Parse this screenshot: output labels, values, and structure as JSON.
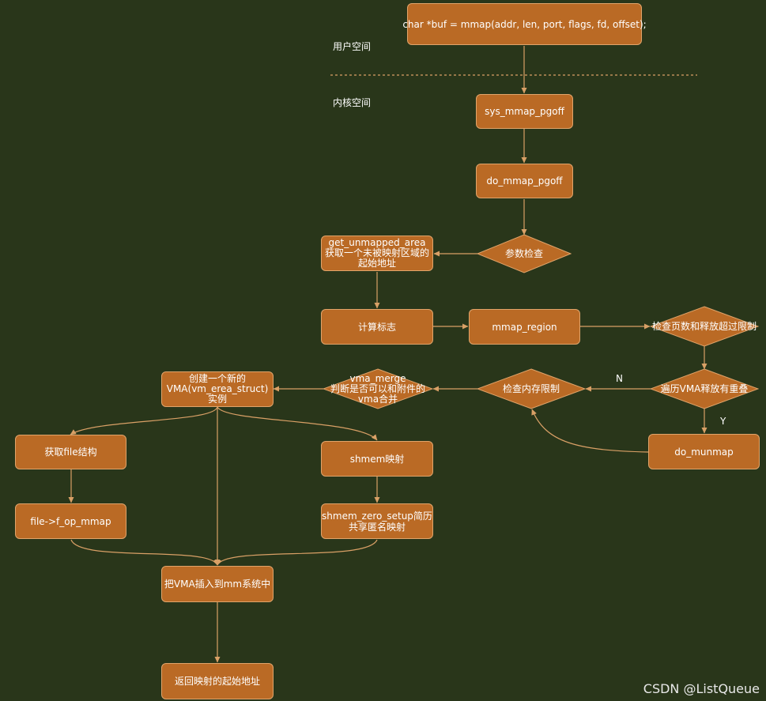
{
  "space_labels": {
    "user": "用户空间",
    "kernel": "内核空间"
  },
  "nodes": {
    "mmap_call": "char *buf = mmap(addr, len, port, flags, fd, offset);",
    "sys_mmap_pgoff": "sys_mmap_pgoff",
    "do_mmap_pgoff": "do_mmap_pgoff",
    "param_check": "参数检查",
    "get_unmapped_area_1": "get_unmapped_area",
    "get_unmapped_area_2": "获取一个未被映射区域的",
    "get_unmapped_area_3": "起始地址",
    "calc_flags": "计算标志",
    "mmap_region": "mmap_region",
    "check_pages": "检查页数和释放超过限制",
    "traverse_vma": "遍历VMA释放有重叠",
    "do_munmap": "do_munmap",
    "check_mem": "检查内存限制",
    "vma_merge_1": "vma_merge",
    "vma_merge_2": "判断是否可以和附件的",
    "vma_merge_3": "vma合并",
    "create_vma_1": "创建一个新的",
    "create_vma_2": "VMA(vm_erea_struct)",
    "create_vma_3": "实例",
    "get_file": "获取file结构",
    "f_op_mmap": "file->f_op_mmap",
    "shmem_map": "shmem映射",
    "shmem_setup_1": "shmem_zero_setup简历",
    "shmem_setup_2": "共享匿名映射",
    "insert_vma": "把VMA插入到mm系统中",
    "return_addr": "返回映射的起始地址"
  },
  "edge_labels": {
    "no": "N",
    "yes": "Y"
  },
  "watermark": "CSDN @ListQueue",
  "colors": {
    "background": "#29361a",
    "node_fill": "#ba6a25",
    "node_border": "#e0a46a",
    "edge": "#d9a066"
  }
}
